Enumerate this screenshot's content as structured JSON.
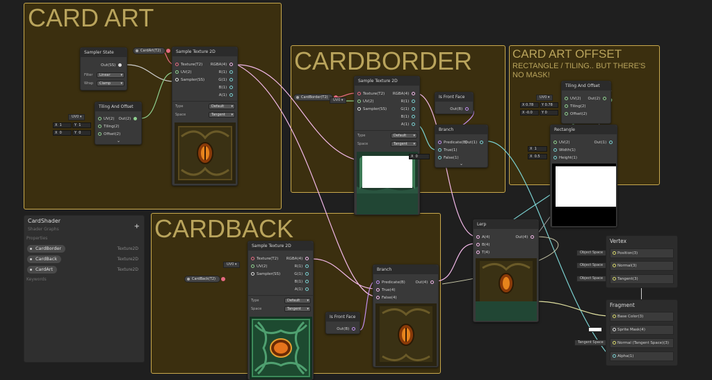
{
  "groups": {
    "card_art": {
      "title": "CARD ART"
    },
    "cardborder": {
      "title": "CARDBORDER"
    },
    "card_art_offset": {
      "title": "CARD ART OFFSET",
      "subtitle_1": "RECTANGLE / TILING.. BUT THERE'S",
      "subtitle_2": "NO MASK!"
    },
    "cardback": {
      "title": "CARDBACK"
    }
  },
  "sampler_state": {
    "title": "Sampler State",
    "out": "Out(SS)",
    "filter_label": "Filter",
    "filter_value": "Linear",
    "wrap_label": "Wrap",
    "wrap_value": "Clamp"
  },
  "tiling_offset_art": {
    "title": "Tiling And Offset",
    "uv_in": "UV(2)",
    "tiling_in": "Tiling(2)",
    "offset_in": "Offset(2)",
    "out": "Out(2)",
    "uv_tag": "UV0",
    "tiling_x_label": "X",
    "tiling_x": "1",
    "tiling_y_label": "Y",
    "tiling_y": "1",
    "offset_x_label": "X",
    "offset_x": "0",
    "offset_y_label": "Y",
    "offset_y": "0",
    "expand": "⌄"
  },
  "sample_art": {
    "title": "Sample Texture 2D",
    "texture_in": "Texture(T2)",
    "uv_in": "UV(2)",
    "sampler_in": "Sampler(SS)",
    "rgba": "RGBA(4)",
    "r": "R(1)",
    "g": "G(1)",
    "b": "B(1)",
    "a": "A(1)",
    "type_label": "Type",
    "type_value": "Default",
    "space_label": "Space",
    "space_value": "Tangent",
    "chip": "CardArt(T2)"
  },
  "sample_border": {
    "title": "Sample Texture 2D",
    "texture_in": "Texture(T2)",
    "uv_in": "UV(2)",
    "sampler_in": "Sampler(SS)",
    "rgba": "RGBA(4)",
    "r": "R(1)",
    "g": "G(1)",
    "b": "B(1)",
    "a": "A(1)",
    "type_label": "Type",
    "type_value": "Default",
    "space_label": "Space",
    "space_value": "Tangent",
    "chip": "CardBorder(T2)",
    "uv_tag": "UV0"
  },
  "is_front_face_1": {
    "title": "Is Front Face",
    "out": "Out(B)"
  },
  "branch_border": {
    "title": "Branch",
    "predicate": "Predicate(B)",
    "true": "True(1)",
    "false": "False(1)",
    "out": "Out(1)",
    "x_label": "X",
    "x_value": "0",
    "expand": "⌄"
  },
  "tiling_offset_offset": {
    "title": "Tiling And Offset",
    "uv_in": "UV(2)",
    "tiling_in": "Tiling(2)",
    "offset_in": "Offset(2)",
    "out": "Out(2)",
    "uv_tag": "UV0",
    "tiling_x_label": "X",
    "tiling_x": "0.78",
    "tiling_y_label": "Y",
    "tiling_y": "0.78",
    "offset_x_label": "X",
    "offset_x": "-0.0",
    "offset_y_label": "Y",
    "offset_y": "0"
  },
  "rectangle": {
    "title": "Rectangle",
    "uv_in": "UV(2)",
    "width_in": "Width(1)",
    "height_in": "Height(1)",
    "out": "Out(1)",
    "w_label": "X",
    "w_value": "1",
    "h_label": "X",
    "h_value": "0.5"
  },
  "lerp": {
    "title": "Lerp",
    "a": "A(4)",
    "b": "B(4)",
    "t": "T(4)",
    "out": "Out(4)"
  },
  "sample_back": {
    "title": "Sample Texture 2D",
    "texture_in": "Texture(T2)",
    "uv_in": "UV(2)",
    "sampler_in": "Sampler(SS)",
    "rgba": "RGBA(4)",
    "r": "R(1)",
    "g": "G(1)",
    "b": "B(1)",
    "a": "A(1)",
    "type_label": "Type",
    "type_value": "Default",
    "space_label": "Space",
    "space_value": "Tangent",
    "chip": "CardBack(T2)",
    "uv_tag": "UV0"
  },
  "is_front_face_2": {
    "title": "Is Front Face",
    "out": "Out(B)"
  },
  "branch_back": {
    "title": "Branch",
    "predicate": "Predicate(B)",
    "true": "True(4)",
    "false": "False(4)",
    "out": "Out(4)"
  },
  "blackboard": {
    "title": "CardShader",
    "subtitle": "Shader Graphs",
    "add": "+",
    "properties_label": "Properties",
    "properties": [
      {
        "name": "CardBorder",
        "type": "Texture2D"
      },
      {
        "name": "CardBack",
        "type": "Texture2D"
      },
      {
        "name": "CardArt",
        "type": "Texture2D"
      }
    ],
    "keywords_label": "Keywords"
  },
  "vertex": {
    "title": "Vertex",
    "position": "Position(3)",
    "normal": "Normal(3)",
    "tangent": "Tangent(3)",
    "space_tag": "Object Space"
  },
  "fragment": {
    "title": "Fragment",
    "base_color": "Base Color(3)",
    "sprite_mask": "Sprite Mask(4)",
    "normal": "Normal (Tangent Space)(3)",
    "alpha": "Alpha(1)",
    "normal_tag": "Tangent Space"
  },
  "colors": {
    "group_border": "#c9a94d",
    "group_fill": "#3b2f0f",
    "wire_float": "#7ad0d0",
    "wire_vec2": "#8fd08f",
    "wire_vec4": "#f2b8e8",
    "wire_bool": "#c38ff0",
    "wire_tex": "#e56a80"
  }
}
